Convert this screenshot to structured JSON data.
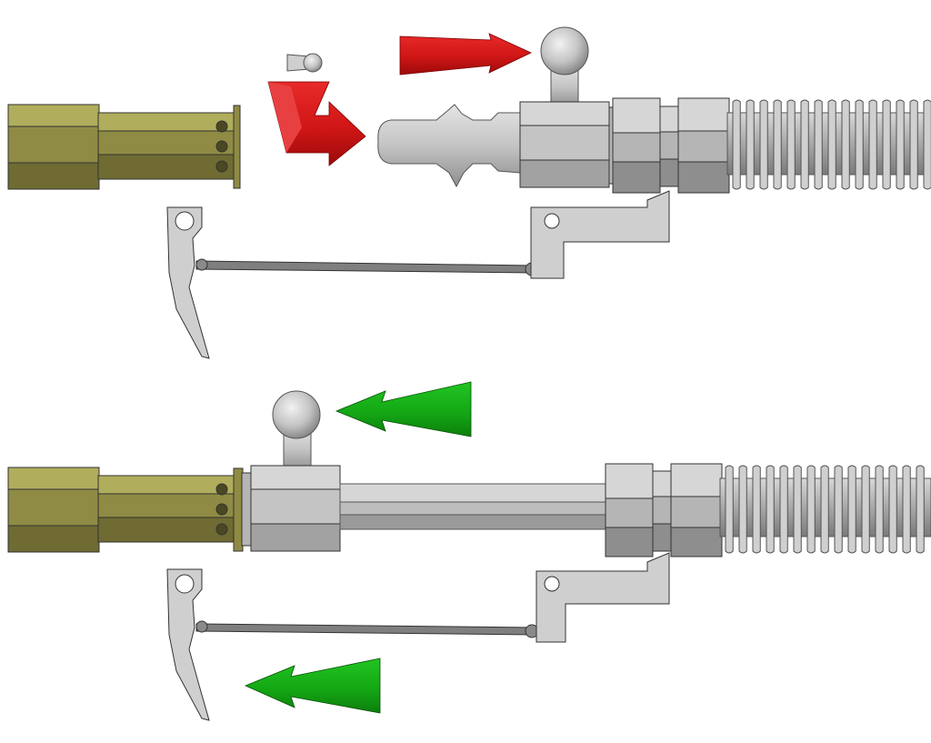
{
  "diagram": {
    "panels": [
      {
        "state": "disassembled",
        "arrows": [
          {
            "color": "red",
            "direction": "right"
          },
          {
            "color": "red",
            "direction": "down-right-turn"
          }
        ]
      },
      {
        "state": "assembled",
        "arrows": [
          {
            "color": "green",
            "direction": "left"
          },
          {
            "color": "green",
            "direction": "left"
          }
        ]
      }
    ],
    "colors": {
      "sleeve_light": "#b0ad5c",
      "sleeve_mid": "#8f8b44",
      "sleeve_dark": "#6f6b33",
      "metal_light": "#d6d6d6",
      "metal_mid": "#b5b5b5",
      "metal_dark": "#8e8e8e",
      "red_light": "#e02020",
      "red_dark": "#9c0a0a",
      "green_light": "#1ec41e",
      "green_dark": "#0c7f0c",
      "outline": "#333333"
    }
  }
}
